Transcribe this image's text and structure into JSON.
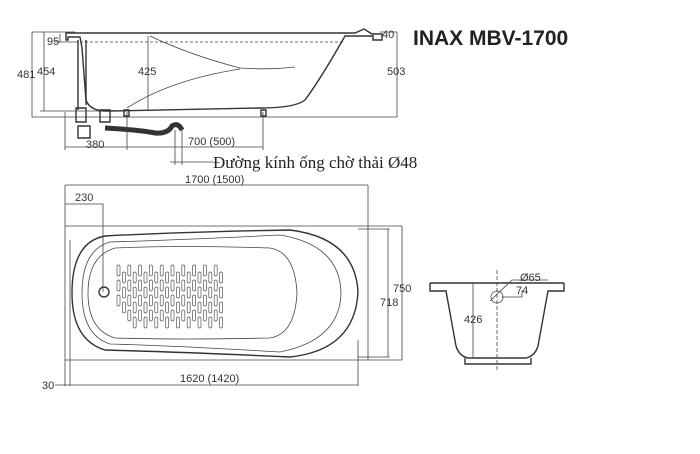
{
  "title": "INAX MBV-1700",
  "side_view": {
    "dims": {
      "d95": "95",
      "d481": "481",
      "d454": "454",
      "d425": "425",
      "d503": "503",
      "d40": "40",
      "d380": "380",
      "d700": "700 (500)"
    },
    "note": "Đường kính ống chờ thải Ø48"
  },
  "top_view": {
    "dims": {
      "length": "1700 (1500)",
      "d230": "230",
      "d750": "750",
      "d718": "718",
      "inner_length": "1620 (1420)",
      "d30": "30"
    }
  },
  "end_view": {
    "dims": {
      "d65": "Ø65",
      "d74": "74",
      "d426": "426"
    }
  }
}
